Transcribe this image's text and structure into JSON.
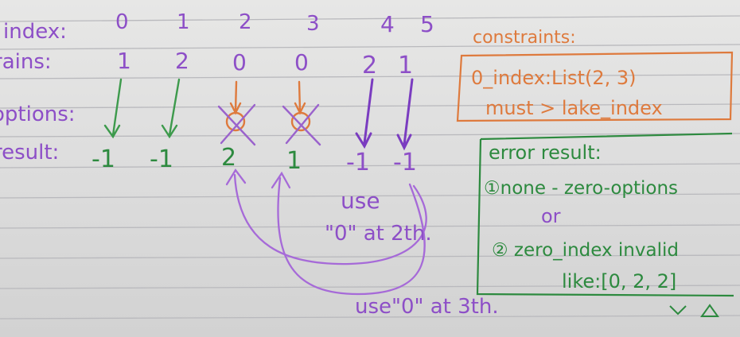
{
  "colors": {
    "paper": "#e2e2e2",
    "rule_line": "#b9b9bd",
    "purple_ink": "#8d4fc7",
    "green_ink": "#2d8a3f",
    "orange_ink": "#de7a3d",
    "dark_purple_ink": "#6e2fb0"
  },
  "row_labels": {
    "index": "index:",
    "rains": "rains:",
    "options": "options:",
    "result": "result:"
  },
  "index_values": [
    "0",
    "1",
    "2",
    "3",
    "4",
    "5"
  ],
  "rains_values": [
    "1",
    "2",
    "0",
    "0",
    "2",
    "1"
  ],
  "result_values": [
    "-1",
    "-1",
    "2",
    "1",
    "-1",
    "-1"
  ],
  "notes": {
    "use_a_line1": "use",
    "use_a_line2": "\"0\" at 2th.",
    "use_b": "use\"0\" at 3th."
  },
  "constraints": {
    "title": "constraints:",
    "line1": "0_index:List(2, 3)",
    "line2": "must > lake_index"
  },
  "error": {
    "title": "error result:",
    "item1": "①none - zero-options",
    "or": "or",
    "item2": "② zero_index invalid",
    "like": "like:[0, 2, 2]"
  }
}
